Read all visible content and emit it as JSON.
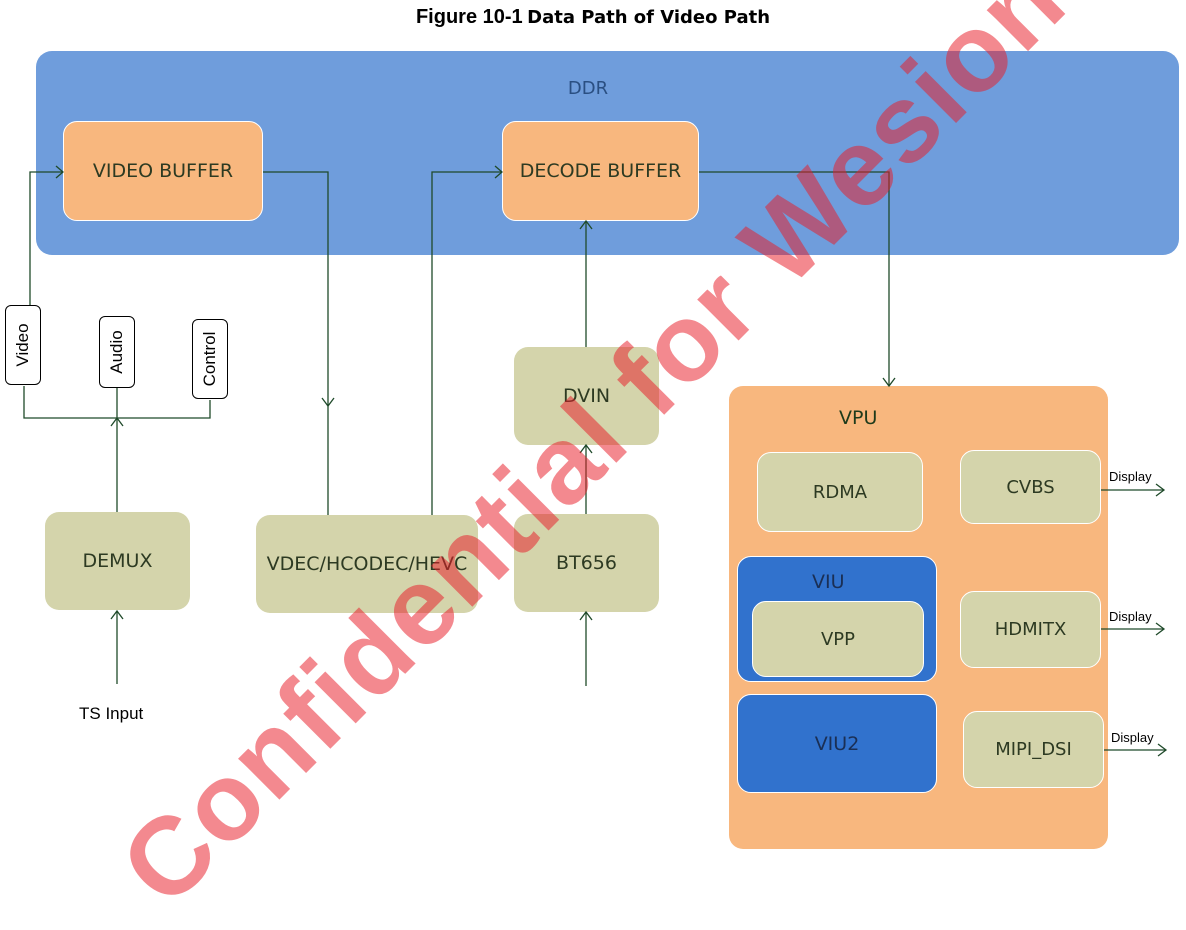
{
  "figure": {
    "number": "Figure 10-1",
    "caption": "Data Path of Video Path"
  },
  "blocks": {
    "ddr": "DDR",
    "video_buffer": "VIDEO BUFFER",
    "decode_buffer": "DECODE BUFFER",
    "dvin": "DVIN",
    "demux": "DEMUX",
    "vdec": "VDEC/HCODEC/HEVC",
    "bt656": "BT656",
    "vpu": "VPU",
    "rdma": "RDMA",
    "cvbs": "CVBS",
    "viu": "VIU",
    "vpp": "VPP",
    "hdmitx": "HDMITX",
    "viu2": "VIU2",
    "mipi_dsi": "MIPI_DSI"
  },
  "stream_labels": {
    "video": "Video",
    "audio": "Audio",
    "control": "Control"
  },
  "display_labels": [
    "Display",
    "Display",
    "Display"
  ],
  "ts_input": "TS Input",
  "watermark": "Confidential for Wesion",
  "colors": {
    "ddr": "#6f9ddc",
    "buffer": "#f8b77e",
    "module": "#d4d4ab",
    "vpu": "#f8b77e",
    "viu": "#3172cd",
    "watermark": "#e81c28",
    "connector": "#1f4a2a"
  }
}
